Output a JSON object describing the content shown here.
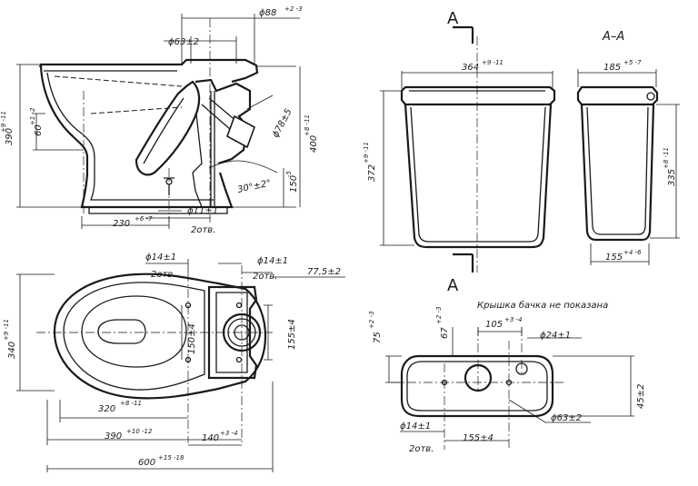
{
  "section_label": "A",
  "section_title": "A–A",
  "tank_note": "Крышка бачка не показана",
  "dims": {
    "d88": "ϕ88",
    "d88_tol": "+2 -3",
    "d63": "ϕ63±2",
    "h390": "390",
    "h390_tol": "+9 -11",
    "h60": "60",
    "h60_tol": "+1 -2",
    "d78": "ϕ78±5",
    "h400": "400",
    "h400_tol": "+8 -11",
    "h150": "150",
    "h150_tol": "-5",
    "ang30": "30°±2°",
    "d11": "ϕ11±1",
    "holes2": "2отв.",
    "w230": "230",
    "w230_tol": "+6 -7",
    "w364": "364",
    "w364_tol": "+9 -11",
    "w185": "185",
    "w185_tol": "+5 -7",
    "h372": "372",
    "h372_tol": "+9 -11",
    "h335": "335",
    "h335_tol": "+8 -11",
    "w155b": "155",
    "w155b_tol": "+4 -6",
    "d14a": "ϕ14±1",
    "d14b": "ϕ14±1",
    "d14c": "ϕ14±1",
    "w77": "77,5±2",
    "h340": "340",
    "h340_tol": "+9 -11",
    "h150b": "150±4",
    "h155": "155±4",
    "w320": "320",
    "w320_tol": "+8 -11",
    "w390": "390",
    "w390_tol": "+10 -12",
    "w140": "140",
    "w140_tol": "+3 -4",
    "w600": "600",
    "w600_tol": "+15 -18",
    "h75": "75",
    "h75_tol": "+2 -3",
    "h67": "67",
    "h67_tol": "+2 -3",
    "w105": "105",
    "w105_tol": "+3 -4",
    "d24": "ϕ24±1",
    "d63b": "ϕ63±2",
    "h45": "45±2",
    "w155c": "155±4"
  }
}
